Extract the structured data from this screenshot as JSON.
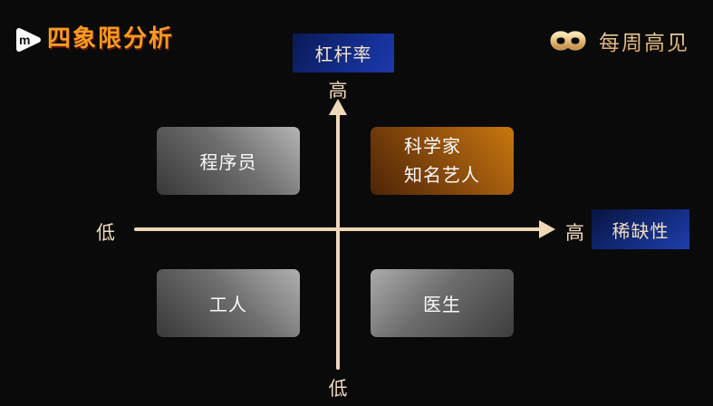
{
  "page": {
    "background_color": "#0a0a0a"
  },
  "header": {
    "logo_letter": "m",
    "title": "四象限分析",
    "title_color": "#f59b22"
  },
  "brand": {
    "name": "每周高见",
    "icon": "infinity-icon",
    "gold_color": "#e8c78c"
  },
  "axes": {
    "axis_color": "#efd8b7",
    "label_box_color": "#16329b",
    "y_axis": {
      "box_label": "杠杆率",
      "top_label": "高",
      "bottom_label": "低"
    },
    "x_axis": {
      "box_label": "稀缺性",
      "left_label": "低",
      "right_label": "高"
    }
  },
  "quadrants": {
    "top_left": {
      "label": "程序员",
      "style_color": "gray"
    },
    "top_right": {
      "line1": "科学家",
      "line2": "知名艺人",
      "style_color": "orange"
    },
    "bottom_left": {
      "label": "工人",
      "style_color": "gray"
    },
    "bottom_right": {
      "label": "医生",
      "style_color": "gray"
    }
  }
}
